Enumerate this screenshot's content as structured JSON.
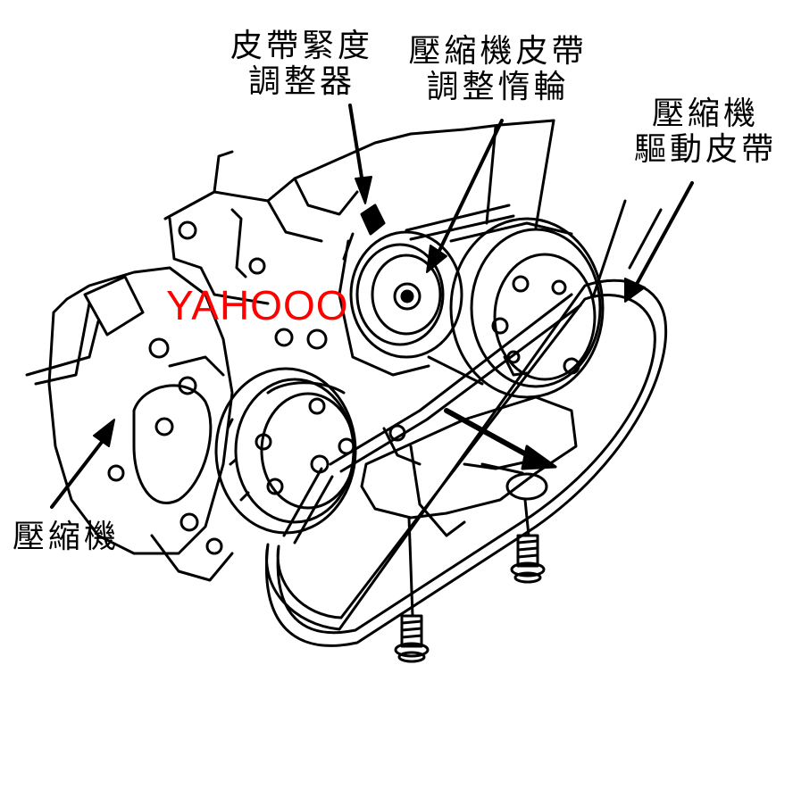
{
  "labels": {
    "tensioner": {
      "line1": "皮帶緊度",
      "line2": "調整器"
    },
    "idler": {
      "line1": "壓縮機皮帶",
      "line2": "調整惰輪"
    },
    "drive_belt": {
      "line1": "壓縮機",
      "line2": "驅動皮帶"
    },
    "compressor": "壓縮機"
  },
  "watermark": "YAHOOO",
  "colors": {
    "ink": "#000000",
    "watermark": "#ff0000",
    "background": "#ffffff"
  }
}
